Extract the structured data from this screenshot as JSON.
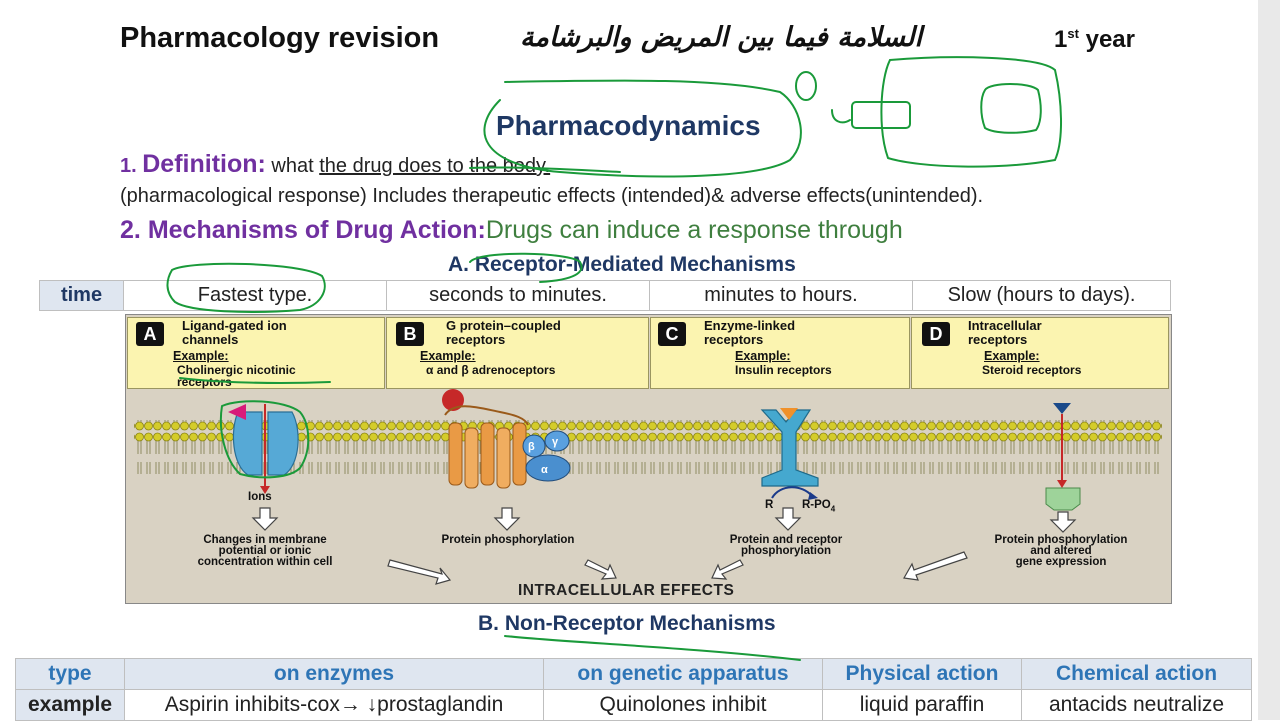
{
  "header": {
    "course_title": "Pharmacology revision",
    "arabic_title": "السلامة فيما بين المريض والبرشامة",
    "year_number": "1",
    "year_suffix": "st",
    "year_word": "year"
  },
  "main_heading": "Pharmacodynamics",
  "definition": {
    "number": "1.",
    "label": "Definition:",
    "text_pre": "what ",
    "text_underlined": "the drug does to the body.",
    "line2": "(pharmacological response) Includes therapeutic effects (intended)& adverse effects(unintended)."
  },
  "mechanisms": {
    "number": "2.",
    "label": "Mechanisms of Drug Action:",
    "text": "Drugs can induce a response through"
  },
  "receptor_section": {
    "heading": "A. Receptor-Mediated Mechanisms",
    "time_label": "time",
    "times": [
      "Fastest type.",
      "seconds to minutes.",
      "minutes to hours.",
      "Slow (hours to days)."
    ]
  },
  "figure": {
    "panels": [
      {
        "letter": "A",
        "title": "Ligand-gated ion\nchannels",
        "example_label": "Example:",
        "example": "Cholinergic nicotinic\nreceptors",
        "ion_label": "Ions",
        "effect": "Changes in membrane\npotential or ionic\nconcentration within cell"
      },
      {
        "letter": "B",
        "title": "G protein–coupled\nreceptors",
        "example_label": "Example:",
        "example": "α and β adrenoceptors",
        "subunit_labels": [
          "β",
          "γ",
          "α"
        ],
        "effect": "Protein phosphorylation"
      },
      {
        "letter": "C",
        "title": "Enzyme-linked\nreceptors",
        "example_label": "Example:",
        "example": "Insulin receptors",
        "r_label": "R",
        "rpo4_label": "R-PO",
        "rpo4_sub": "4",
        "effect": "Protein and receptor\nphosphorylation"
      },
      {
        "letter": "D",
        "title": "Intracellular\nreceptors",
        "example_label": "Example:",
        "example": "Steroid receptors",
        "effect": "Protein phosphorylation\nand altered\ngene expression"
      }
    ],
    "footer": "INTRACELLULAR EFFECTS",
    "colors": {
      "membrane": "#d4cc2a",
      "ion_channel": "#56a9d6",
      "gpcr": "#e99a45",
      "enzyme_receptor": "#45a8cf",
      "ligand_pink": "#d81b7a",
      "ligand_red": "#c62828",
      "ligand_orange": "#f0912a",
      "ligand_navy": "#1a4a8a",
      "intracellular_green": "#9ed39a",
      "annotation_ink": "#1a9a3a"
    }
  },
  "non_receptor": {
    "heading": "B. Non-Receptor Mechanisms",
    "headers": [
      "type",
      "on enzymes",
      "on genetic apparatus",
      "Physical action",
      "Chemical action"
    ],
    "row": [
      "example",
      "Aspirin inhibits-cox→ ↓prostaglandin",
      "Quinolones inhibit",
      "liquid paraffin",
      "antacids neutralize"
    ]
  }
}
